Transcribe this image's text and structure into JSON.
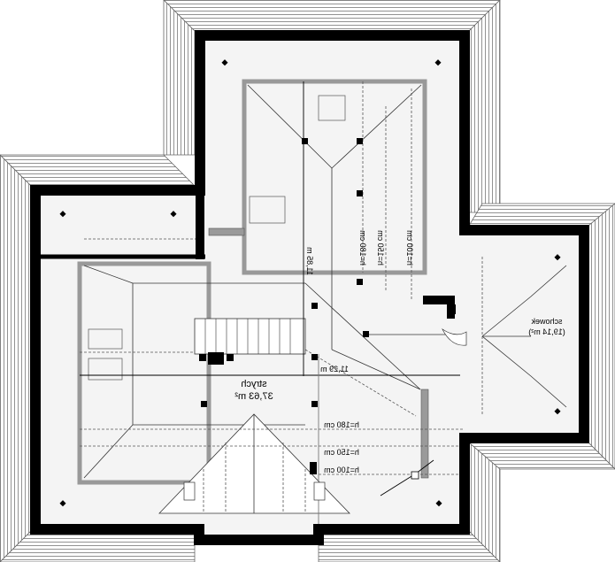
{
  "plan": {
    "rooms": [
      {
        "name": "strych",
        "area": "37,63 m²"
      },
      {
        "name": "schowek",
        "area": "(19,14 m²)"
      }
    ],
    "dimensions": {
      "width": "11,29 m",
      "length": "11,85 m"
    },
    "heights_horizontal": [
      "h=180 cm",
      "h=150 cm",
      "h=100 cm"
    ],
    "heights_vertical": [
      "h=180 cm",
      "h=150 cm",
      "h=100 cm"
    ],
    "colors": {
      "wall": "#000000",
      "roof_hatch": "#9a9a9a",
      "floor": "#f4f4f4"
    }
  }
}
